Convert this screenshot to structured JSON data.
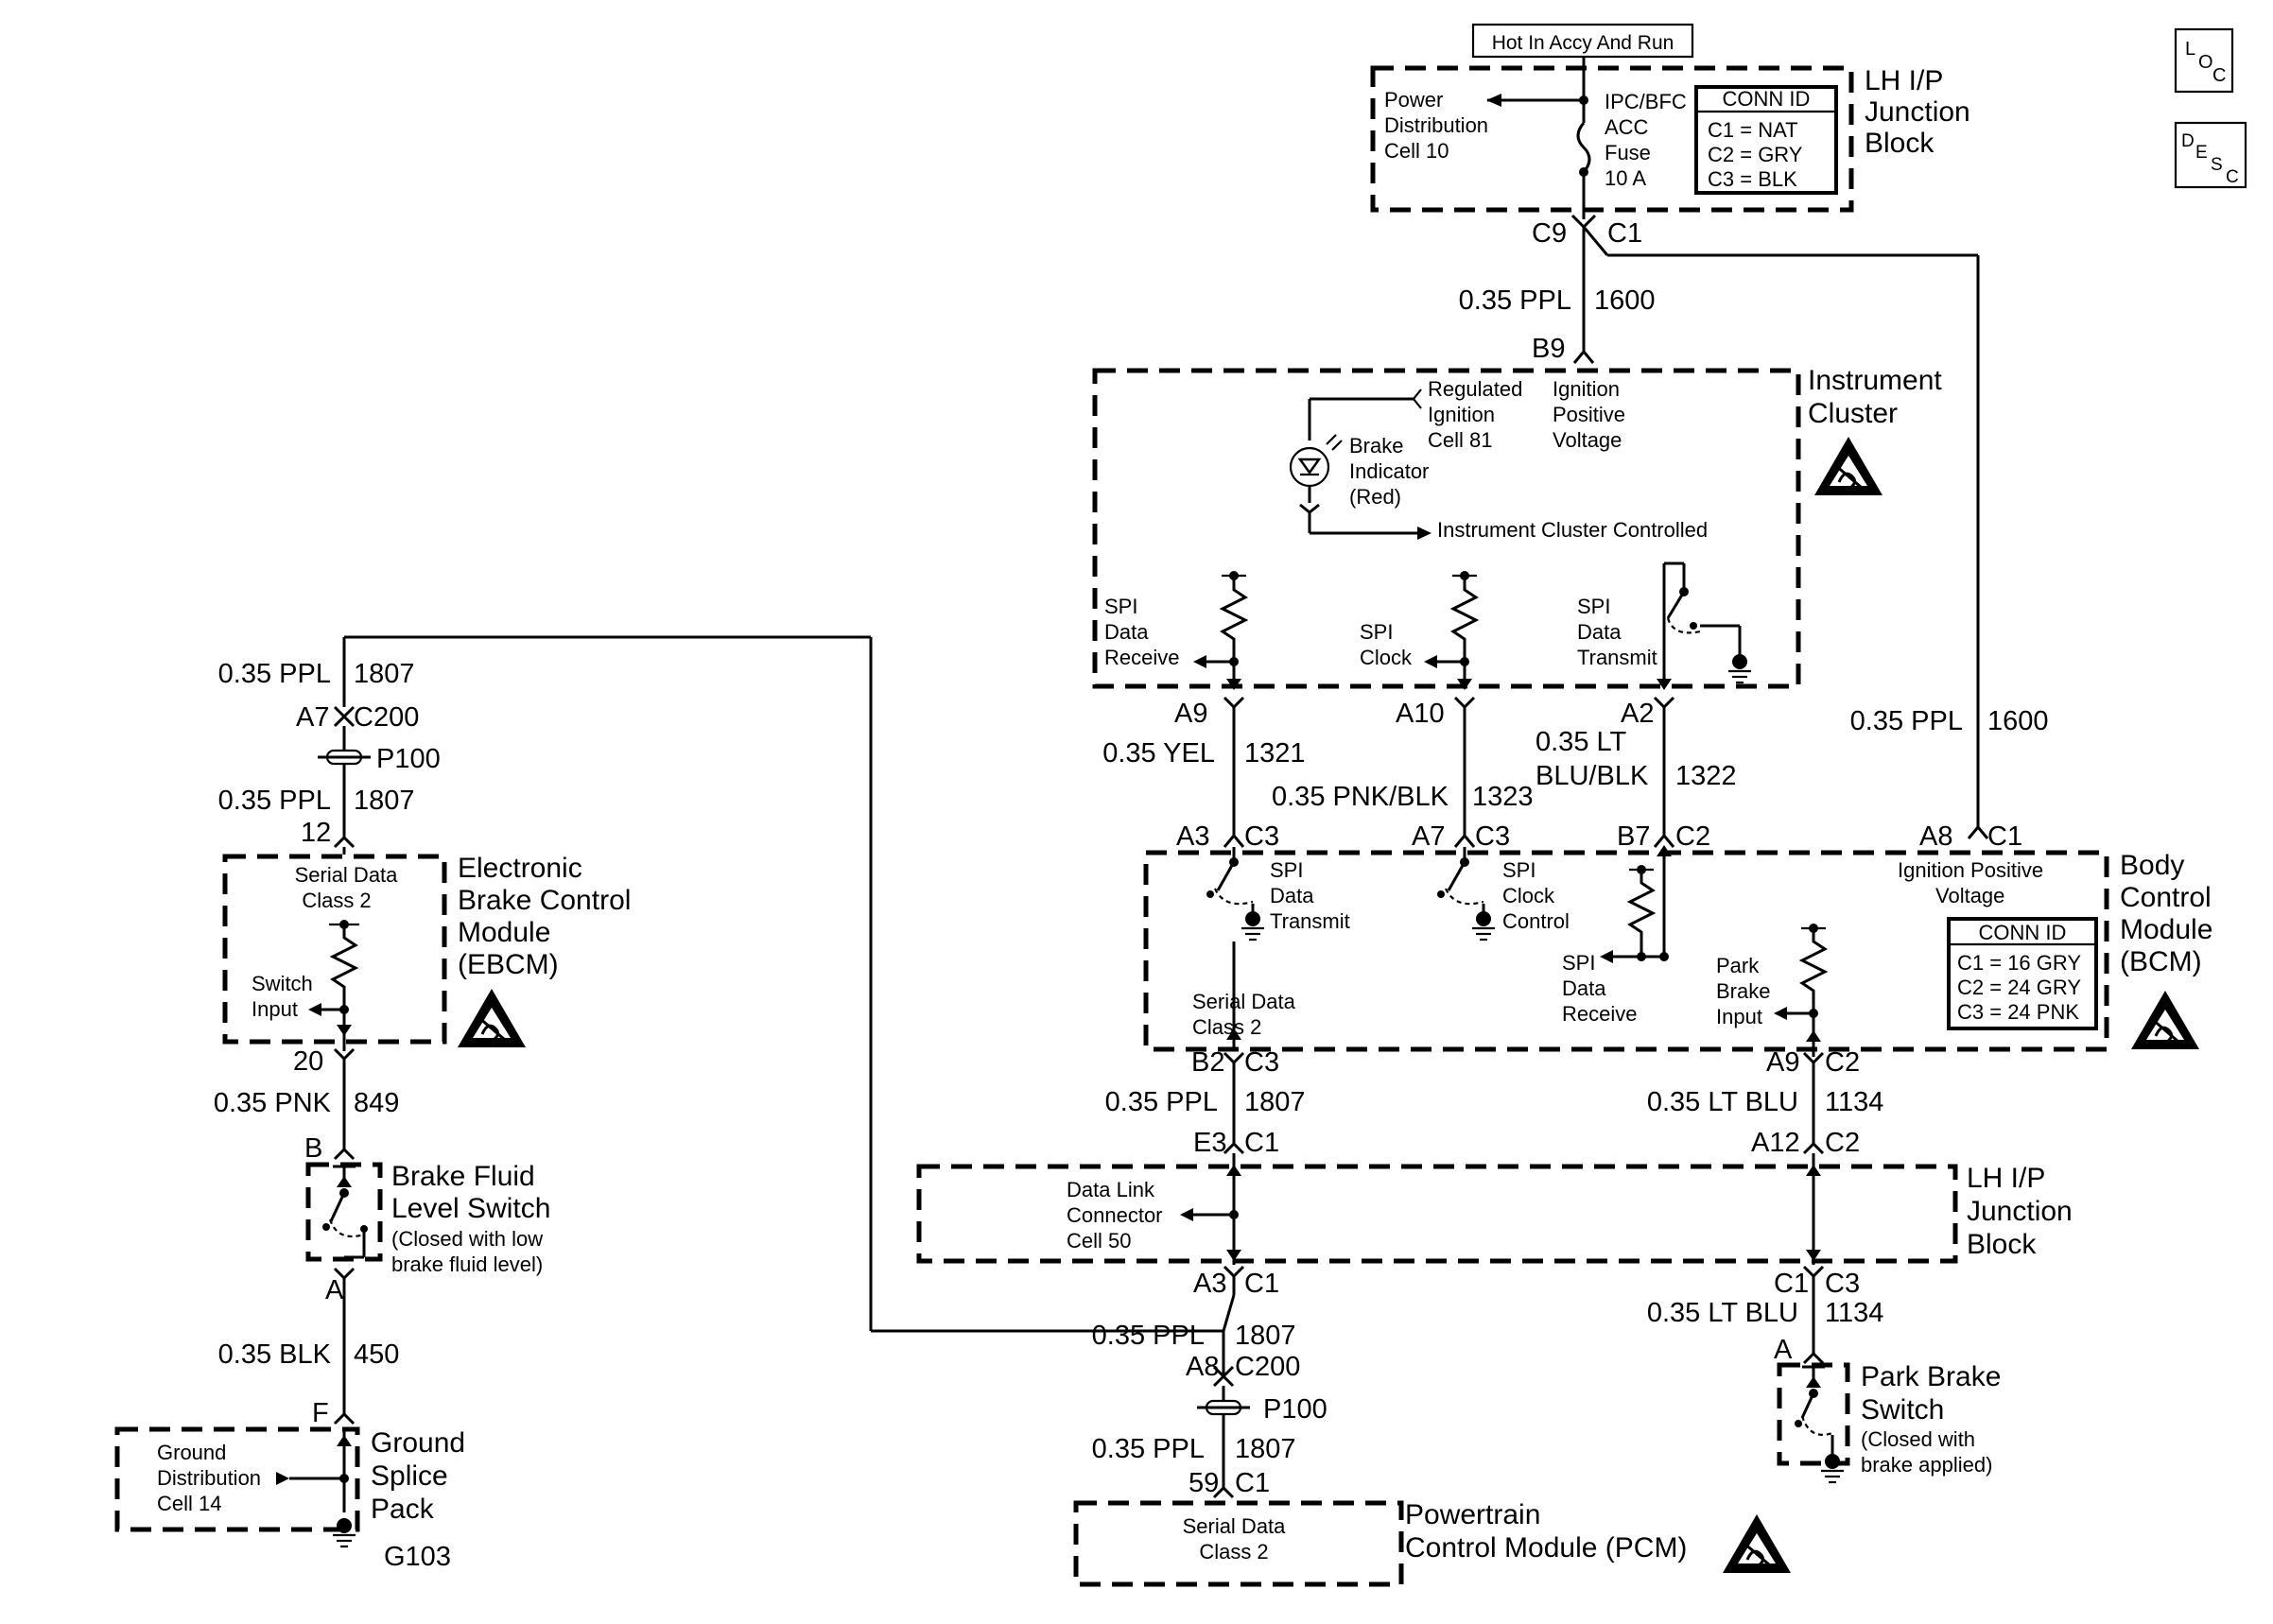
{
  "hot_in_label": "Hot In Accy And Run",
  "loc_label": {
    "l": "L",
    "o": "O",
    "c": "C"
  },
  "desc_label": {
    "d": "D",
    "e": "E",
    "s": "S",
    "c": "C"
  },
  "lh_junction_top": {
    "name_lines": [
      "LH I/P",
      "Junction",
      "Block"
    ],
    "power_dist": [
      "Power",
      "Distribution",
      "Cell 10"
    ],
    "fuse": [
      "IPC/BFC",
      "ACC",
      "Fuse",
      "10 A"
    ],
    "conn_title": "CONN ID",
    "conn_rows": [
      "C1 = NAT",
      "C2 = GRY",
      "C3 = BLK"
    ],
    "pin_left": "C9",
    "pin_right": "C1"
  },
  "wire_1600_top": {
    "gauge": "0.35 PPL",
    "circuit": "1600"
  },
  "ipc_pin_b9": "B9",
  "instrument_cluster": {
    "name_lines": [
      "Instrument",
      "Cluster"
    ],
    "regulated": [
      "Regulated",
      "Ignition",
      "Cell 81"
    ],
    "ign_pos": [
      "Ignition",
      "Positive",
      "Voltage"
    ],
    "brake_indicator": [
      "Brake",
      "Indicator",
      "(Red)"
    ],
    "cluster_controlled": "Instrument Cluster Controlled",
    "spi_receive": [
      "SPI",
      "Data",
      "Receive"
    ],
    "spi_clock": [
      "SPI",
      "Clock"
    ],
    "spi_transmit": [
      "SPI",
      "Data",
      "Transmit"
    ],
    "pins": [
      "A9",
      "A10",
      "A2"
    ]
  },
  "wire_1321": {
    "gauge": "0.35 YEL",
    "circuit": "1321"
  },
  "wire_1323": {
    "gauge": "0.35 PNK/BLK",
    "circuit": "1323"
  },
  "wire_1322": {
    "gauge_lines": [
      "0.35 LT",
      "BLU/BLK"
    ],
    "circuit": "1322"
  },
  "wire_1600_right": {
    "gauge": "0.35 PPL",
    "circuit": "1600"
  },
  "bcm": {
    "name_lines": [
      "Body",
      "Control",
      "Module",
      "(BCM)"
    ],
    "pin_a3": "A3",
    "pin_c3a": "C3",
    "pin_a7": "A7",
    "pin_c3b": "C3",
    "pin_b7": "B7",
    "pin_c2a": "C2",
    "pin_a8": "A8",
    "pin_c1": "C1",
    "spi_transmit": [
      "SPI",
      "Data",
      "Transmit"
    ],
    "spi_clock": [
      "SPI",
      "Clock",
      "Control"
    ],
    "spi_receive": [
      "SPI",
      "Data",
      "Receive"
    ],
    "ign_pos": [
      "Ignition Positive",
      "Voltage"
    ],
    "serial_data": [
      "Serial Data",
      "Class 2"
    ],
    "park_brake": [
      "Park",
      "Brake",
      "Input"
    ],
    "conn_title": "CONN ID",
    "conn_rows": [
      "C1 = 16 GRY",
      "C2 = 24 GRY",
      "C3 = 24 PNK"
    ],
    "pin_b2": "B2",
    "pin_c3c": "C3",
    "pin_a9": "A9",
    "pin_c2b": "C2"
  },
  "wire_1807_mid": {
    "gauge": "0.35 PPL",
    "circuit": "1807"
  },
  "wire_1134_mid": {
    "gauge": "0.35 LT BLU",
    "circuit": "1134"
  },
  "lh_junction_bottom": {
    "name_lines": [
      "LH I/P",
      "Junction",
      "Block"
    ],
    "dlc": [
      "Data Link",
      "Connector",
      "Cell 50"
    ],
    "pin_e3": "E3",
    "pin_c1a": "C1",
    "pin_a12": "A12",
    "pin_c2": "C2",
    "pin_a3": "A3",
    "pin_c1b": "C1",
    "pin_c1c": "C1",
    "pin_c3": "C3"
  },
  "wire_1807_lower": {
    "gauge": "0.35 PPL",
    "circuit": "1807"
  },
  "conn_lower": {
    "pin_a8": "A8",
    "c200": "C200",
    "p100": "P100"
  },
  "wire_1807_pcm": {
    "gauge": "0.35 PPL",
    "circuit": "1807"
  },
  "pcm": {
    "pin_59": "59",
    "pin_c1": "C1",
    "serial_data": [
      "Serial Data",
      "Class 2"
    ],
    "name_lines": [
      "Powertrain",
      "Control Module (PCM)"
    ]
  },
  "wire_1134_lower": {
    "gauge": "0.35 LT BLU",
    "circuit": "1134"
  },
  "park_brake_switch": {
    "pin": "A",
    "name_lines": [
      "Park Brake",
      "Switch"
    ],
    "note": [
      "(Closed with",
      "brake applied)"
    ]
  },
  "left_column": {
    "wire_1807_top": {
      "gauge": "0.35 PPL",
      "circuit": "1807"
    },
    "pin_a7": "A7",
    "c200": "C200",
    "p100": "P100",
    "wire_1807_b": {
      "gauge": "0.35 PPL",
      "circuit": "1807"
    },
    "pin_12": "12",
    "ebcm_serial": [
      "Serial Data",
      "Class 2"
    ],
    "ebcm_switch": [
      "Switch",
      "Input"
    ],
    "ebcm_name": [
      "Electronic",
      "Brake Control",
      "Module",
      "(EBCM)"
    ],
    "pin_20": "20",
    "wire_849": {
      "gauge": "0.35 PNK",
      "circuit": "849"
    },
    "pin_b": "B",
    "bfl_name": [
      "Brake Fluid",
      "Level Switch"
    ],
    "bfl_note": [
      "(Closed with low",
      "brake fluid level)"
    ],
    "pin_a": "A",
    "wire_450": {
      "gauge": "0.35 BLK",
      "circuit": "450"
    },
    "pin_f": "F",
    "gnd_dist": [
      "Ground",
      "Distribution",
      "Cell 14"
    ],
    "gnd_name": [
      "Ground",
      "Splice",
      "Pack"
    ],
    "g103": "G103"
  }
}
